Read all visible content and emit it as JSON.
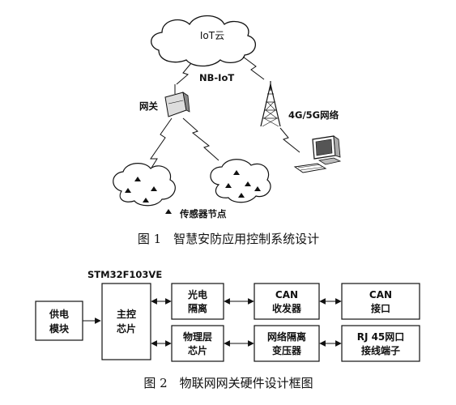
{
  "figure1": {
    "cloud_label": "IoT云",
    "link_label": "NB-IoT",
    "gateway_label": "网关",
    "tower_label": "4G/5G网络",
    "sensor_label": "传感器节点",
    "caption": "图 1　智慧安防应用控制系统设计"
  },
  "figure2": {
    "mcu_label": "STM32F103VE",
    "power": [
      "供电",
      "模块"
    ],
    "main_ctrl": [
      "主控",
      "芯片"
    ],
    "opto": [
      "光电",
      "隔离"
    ],
    "can_transceiver": [
      "CAN",
      "收发器"
    ],
    "can_port": [
      "CAN",
      "接口"
    ],
    "phy": [
      "物理层",
      "芯片"
    ],
    "net_transformer": [
      "网络隔离",
      "变压器"
    ],
    "rj45": [
      "RJ 45网口",
      "接线端子"
    ],
    "caption": "图 2　物联网网关硬件设计框图"
  }
}
